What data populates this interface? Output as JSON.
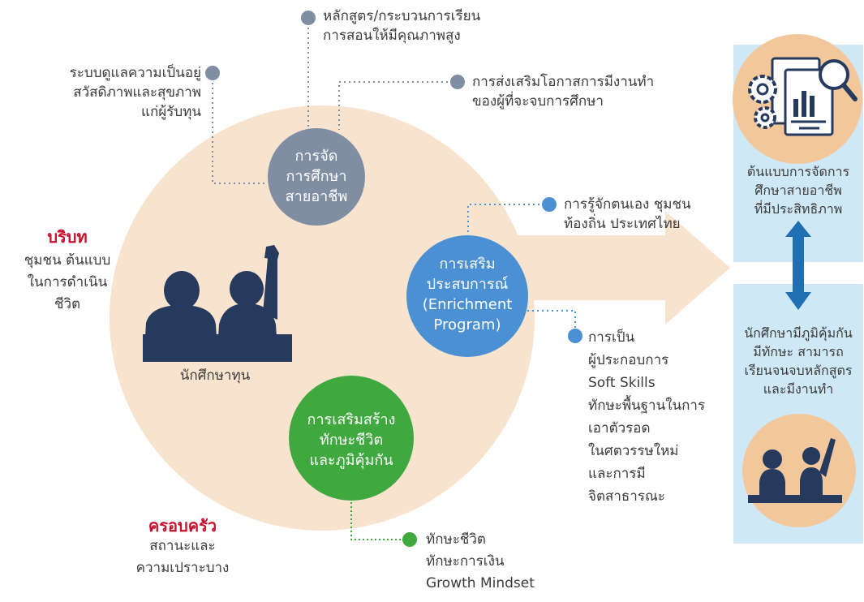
{
  "center_circles": {
    "grey": {
      "lines": [
        "การจัด",
        "การศึกษา",
        "สายอาชีพ"
      ],
      "color": "#7f8ea3"
    },
    "blue": {
      "lines": [
        "การเสริม",
        "ประสบการณ์",
        "(Enrichment",
        "Program)"
      ],
      "color": "#4a90d2"
    },
    "green": {
      "lines": [
        "การเสริมสร้าง",
        "ทักษะชีวิต",
        "และภูมิคุ้มกัน"
      ],
      "color": "#3fa83f"
    }
  },
  "grey_labels": {
    "curriculum": [
      "หลักสูตร/กระบวนการเรียน",
      "การสอนให้มีคุณภาพสูง"
    ],
    "welfare": [
      "ระบบดูแลความเป็นอยู่",
      "สวัสดิภาพและสุขภาพ",
      "แก่ผู้รับทุน"
    ],
    "employment": [
      "การส่งเสริมโอกาสการมีงานทำ",
      "ของผู้ที่จะจบการศึกษา"
    ]
  },
  "blue_labels": {
    "self": [
      "การรู้จักตนเอง ชุมชน",
      "ท้องถิ่น ประเทศไทย"
    ],
    "entrepreneur": [
      "การเป็น",
      "ผู้ประกอบการ",
      "Soft Skills",
      "ทักษะพื้นฐานในการ",
      "เอาตัวรอด",
      "ในศตวรรษใหม่",
      "และการมี",
      "จิตสาธารณะ"
    ]
  },
  "green_labels": {
    "skills": [
      "ทักษะชีวิต",
      "ทักษะการเงิน",
      "Growth Mindset"
    ]
  },
  "context": {
    "heading": "บริบท",
    "lines": [
      "ชุมชน ต้นแบบ",
      "ในการดำเนิน",
      "ชีวิต"
    ]
  },
  "family": {
    "heading": "ครอบครัว",
    "lines": [
      "สถานะและ",
      "ความเปราะบาง"
    ]
  },
  "students_caption": "นักศึกษาทุน",
  "right_panel": {
    "top_text": [
      "ต้นแบบการจัดการ",
      "ศึกษาสายอาชีพ",
      "ที่มีประสิทธิภาพ"
    ],
    "bottom_text": [
      "นักศึกษามีภูมิคุ้มกัน",
      "มีทักษะ สามารถ",
      "เรียนจนจบหลักสูตร",
      "และมีงานทำ"
    ]
  },
  "colors": {
    "peach": "#f8e3cf",
    "peach_dark": "#f2c79c",
    "panel_blue": "#cfe8f6",
    "arrow_blue": "#1f6fb2",
    "silhouette": "#263a5e",
    "heading_red": "#c8102e",
    "connector_grey": "#7f8ea3",
    "connector_blue": "#4a90d2",
    "connector_green": "#3fa83f"
  }
}
